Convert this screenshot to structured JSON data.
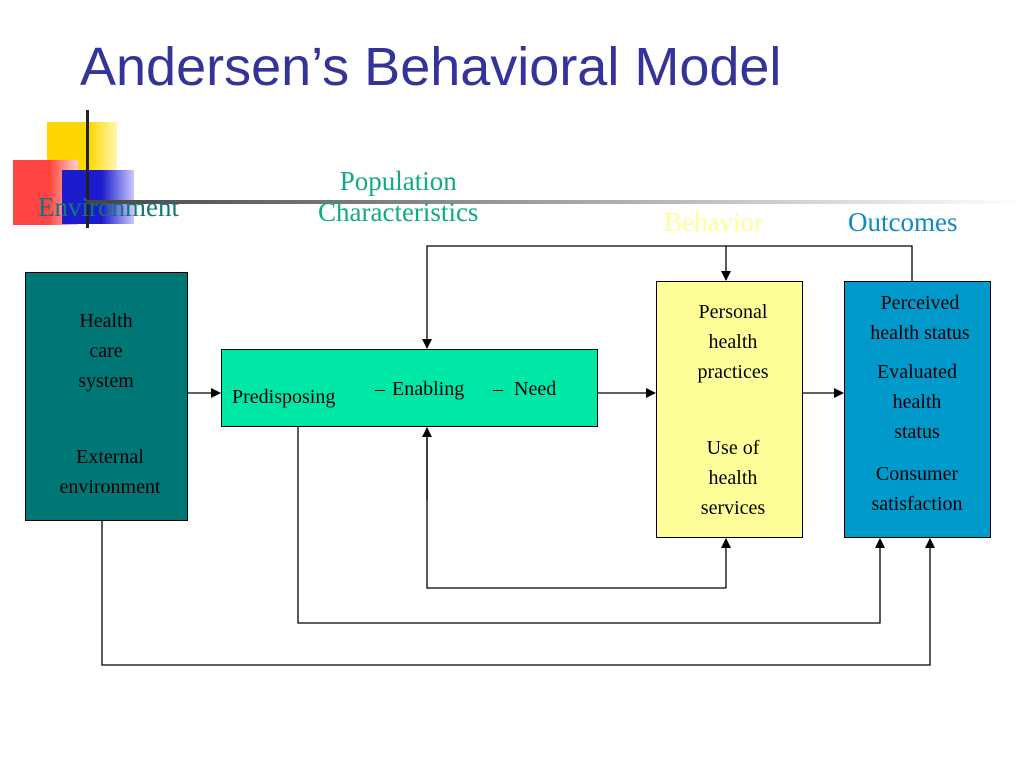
{
  "title": "Andersen’s Behavioral Model",
  "headings": {
    "environment": "Environment",
    "population": [
      "Population",
      "Characteristics"
    ],
    "behavior": "Behavior",
    "outcomes": "Outcomes"
  },
  "environment_box": {
    "health_care_system": [
      "Health",
      "care",
      "system"
    ],
    "external_environment": [
      "External",
      "environment"
    ]
  },
  "population_box": {
    "predisposing": "Predisposing",
    "sep1": "–",
    "enabling": "Enabling",
    "sep2": "–",
    "need": "Need"
  },
  "behavior_box": {
    "personal_health_practices": [
      "Personal",
      "health",
      "practices"
    ],
    "use_of_health_services": [
      "Use of",
      "health",
      "services"
    ]
  },
  "outcomes_box": {
    "perceived_health_status": [
      "Perceived",
      "health status"
    ],
    "evaluated_health_status": [
      "Evaluated",
      "health",
      "status"
    ],
    "consumer_satisfaction": [
      "Consumer",
      "satisfaction"
    ]
  },
  "colors": {
    "title": "#333399",
    "environment_box": "#007777",
    "population_box": "#00e8a8",
    "behavior_box": "#ffff99",
    "outcomes_box": "#0099cc"
  }
}
